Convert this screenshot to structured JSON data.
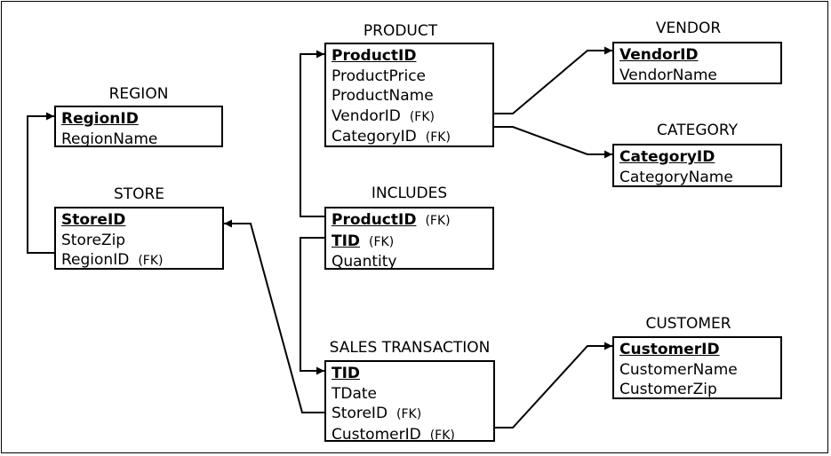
{
  "entities": {
    "region": {
      "title": "REGION",
      "attributes": [
        {
          "name": "RegionID",
          "pk": true,
          "fk": ""
        },
        {
          "name": "RegionName",
          "pk": false,
          "fk": ""
        }
      ]
    },
    "store": {
      "title": "STORE",
      "attributes": [
        {
          "name": "StoreID",
          "pk": true,
          "fk": ""
        },
        {
          "name": "StoreZip",
          "pk": false,
          "fk": ""
        },
        {
          "name": "RegionID",
          "pk": false,
          "fk": "(FK)"
        }
      ]
    },
    "product": {
      "title": "PRODUCT",
      "attributes": [
        {
          "name": "ProductID",
          "pk": true,
          "fk": ""
        },
        {
          "name": "ProductPrice",
          "pk": false,
          "fk": ""
        },
        {
          "name": "ProductName",
          "pk": false,
          "fk": ""
        },
        {
          "name": "VendorID",
          "pk": false,
          "fk": "(FK)"
        },
        {
          "name": "CategoryID",
          "pk": false,
          "fk": "(FK)"
        }
      ]
    },
    "includes": {
      "title": "INCLUDES",
      "attributes": [
        {
          "name": "ProductID",
          "pk": true,
          "fk": "(FK)"
        },
        {
          "name": "TID",
          "pk": true,
          "fk": "(FK)"
        },
        {
          "name": "Quantity",
          "pk": false,
          "fk": ""
        }
      ]
    },
    "sales_transaction": {
      "title": "SALES TRANSACTION",
      "attributes": [
        {
          "name": "TID",
          "pk": true,
          "fk": ""
        },
        {
          "name": "TDate",
          "pk": false,
          "fk": ""
        },
        {
          "name": "StoreID",
          "pk": false,
          "fk": "(FK)"
        },
        {
          "name": "CustomerID",
          "pk": false,
          "fk": "(FK)"
        }
      ]
    },
    "vendor": {
      "title": "VENDOR",
      "attributes": [
        {
          "name": "VendorID",
          "pk": true,
          "fk": ""
        },
        {
          "name": "VendorName",
          "pk": false,
          "fk": ""
        }
      ]
    },
    "category": {
      "title": "CATEGORY",
      "attributes": [
        {
          "name": "CategoryID",
          "pk": true,
          "fk": ""
        },
        {
          "name": "CategoryName",
          "pk": false,
          "fk": ""
        }
      ]
    },
    "customer": {
      "title": "CUSTOMER",
      "attributes": [
        {
          "name": "CustomerID",
          "pk": true,
          "fk": ""
        },
        {
          "name": "CustomerName",
          "pk": false,
          "fk": ""
        },
        {
          "name": "CustomerZip",
          "pk": false,
          "fk": ""
        }
      ]
    }
  },
  "relationships": [
    {
      "from": "store.RegionID",
      "to": "region.RegionID"
    },
    {
      "from": "includes.ProductID",
      "to": "product.ProductID"
    },
    {
      "from": "includes.TID",
      "to": "sales_transaction.TID"
    },
    {
      "from": "sales_transaction.StoreID",
      "to": "store.StoreID"
    },
    {
      "from": "product.VendorID",
      "to": "vendor.VendorID"
    },
    {
      "from": "product.CategoryID",
      "to": "category.CategoryID"
    },
    {
      "from": "sales_transaction.CustomerID",
      "to": "customer.CustomerID"
    }
  ],
  "colors": {
    "line": "#000000",
    "background": "#ffffff"
  }
}
